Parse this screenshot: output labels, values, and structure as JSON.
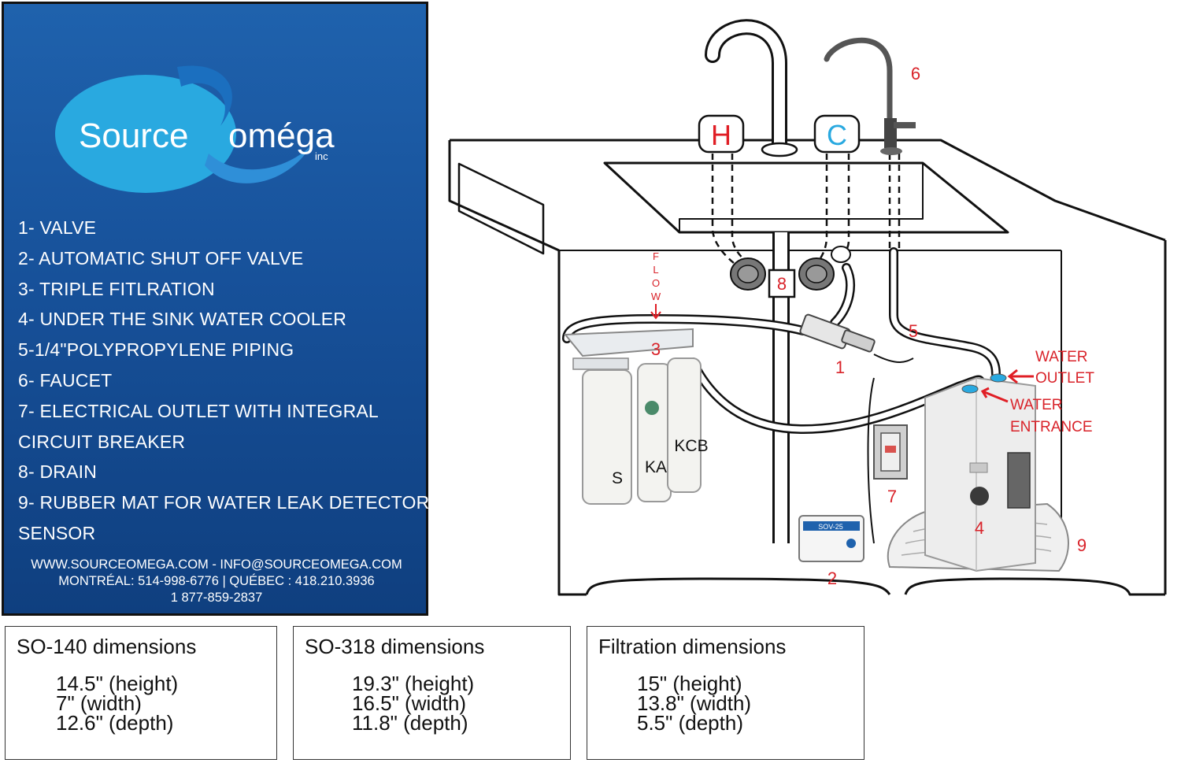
{
  "brand": {
    "name_left": "Source",
    "name_right": "oméga",
    "suffix": "inc",
    "colors": {
      "panel": "#17519a",
      "logo_light": "#29a9e0",
      "logo_dark": "#0b4f9a"
    }
  },
  "legend": {
    "items": [
      "1- VALVE",
      "2- AUTOMATIC SHUT OFF VALVE",
      "3- TRIPLE FITLRATION",
      "4- UNDER THE SINK WATER COOLER",
      "5-1/4\"POLYPROPYLENE PIPING",
      "6- FAUCET",
      "7- ELECTRICAL OUTLET WITH INTEGRAL",
      "CIRCUIT BREAKER",
      "8- DRAIN",
      "9- RUBBER MAT FOR WATER LEAK DETECTOR",
      "SENSOR"
    ]
  },
  "contact": {
    "line1": "WWW.SOURCEOMEGA.COM - INFO@SOURCEOMEGA.COM",
    "line2": "MONTRÉAL: 514-998-6776 | QUÉBEC : 418.210.3936",
    "line3": "1 877-859-2837"
  },
  "diagram": {
    "hot_label": "H",
    "cold_label": "C",
    "flow_letters": [
      "F",
      "L",
      "O",
      "W"
    ],
    "callouts": [
      "1",
      "2",
      "3",
      "4",
      "5",
      "6",
      "7",
      "8",
      "9"
    ],
    "filter_labels": [
      "S",
      "KA",
      "KCB"
    ],
    "shutoff_brand": "SOV-25",
    "water_outlet": [
      "WATER",
      "OUTLET"
    ],
    "water_entrance": [
      "WATER",
      "ENTRANCE"
    ],
    "colors": {
      "hot": "#e01e25",
      "cold": "#29a9e0",
      "callout": "#d9232a",
      "arrow": "#e01e25"
    }
  },
  "dimensions": [
    {
      "title": "SO-140 dimensions",
      "height": "14.5\" (height)",
      "width": "7\" (width)",
      "depth": "12.6\" (depth)"
    },
    {
      "title": "SO-318 dimensions",
      "height": "19.3\" (height)",
      "width": "16.5\" (width)",
      "depth": "11.8\" (depth)"
    },
    {
      "title": "Filtration dimensions",
      "height": "15\" (height)",
      "width": "13.8\" (width)",
      "depth": "5.5\" (depth)"
    }
  ]
}
